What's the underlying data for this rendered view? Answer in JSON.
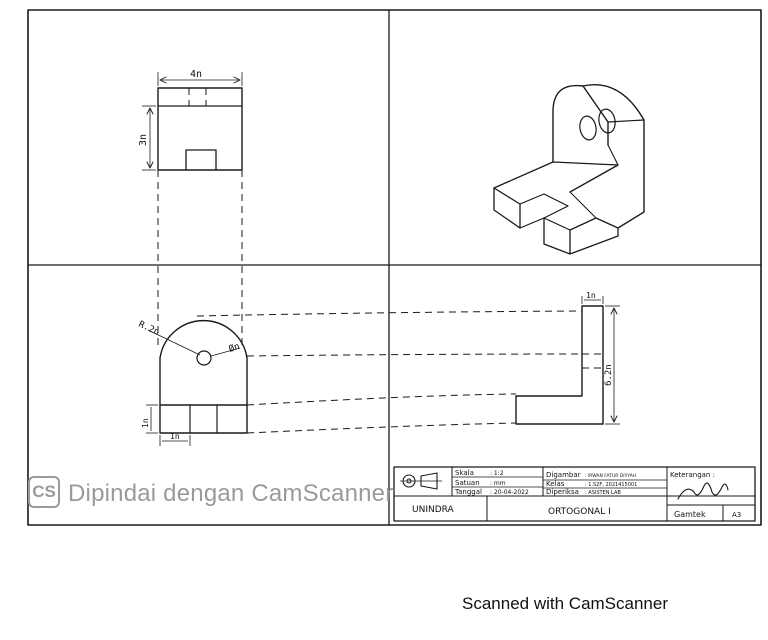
{
  "watermark": {
    "logo_text": "CS",
    "text": "Dipindai dengan CamScanner"
  },
  "footer": {
    "text": "Scanned with CamScanner"
  },
  "dimensions": {
    "top_width": "4n",
    "top_depth": "3n",
    "front_radius": "R.2n",
    "front_hole": "Øn",
    "front_base_height": "1n",
    "front_slot_width": "1n",
    "side_thickness": "1n",
    "side_height": "6.2n"
  },
  "title_block": {
    "scale_label": "Skala",
    "scale_value": ": 1:2",
    "unit_label": "Satuan",
    "unit_value": ": mm",
    "date_label": "Tanggal",
    "date_value": ": 20-04-2022",
    "drawn_label": "Digambar",
    "drawn_value": ": IRWAN FATUR DIYYAH",
    "class_label": "Kelas",
    "class_value": ": 1.S2F, 2021415001",
    "checked_label": "Diperiksa",
    "checked_value": ": ASISTEN LAB",
    "notes_label": "Keterangan :",
    "institution": "UNINDRA",
    "drawing_title": "ORTOGONAL I",
    "sheet_label": "Gamtek",
    "sheet_size": "A3"
  }
}
